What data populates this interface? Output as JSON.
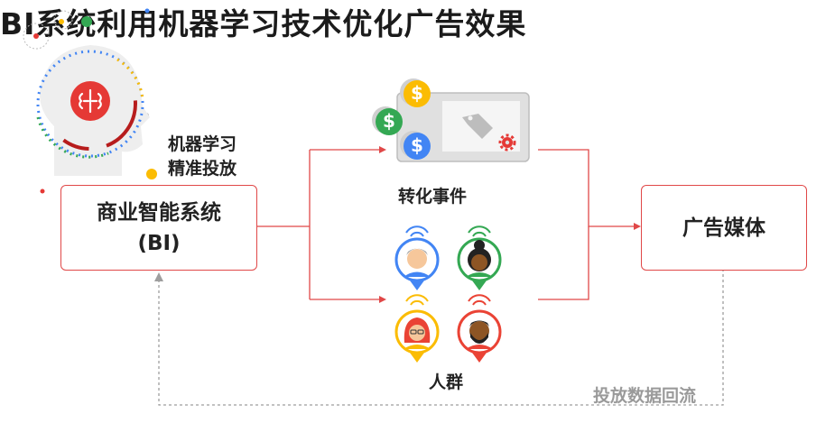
{
  "title": "BI系统利用机器学习技术优化广告效果",
  "bi_box": {
    "line1": "商业智能系统",
    "line2": "(BI)"
  },
  "ml_label": {
    "line1": "机器学习",
    "line2": "精准投放"
  },
  "conversion_label": "转化事件",
  "crowd_label": "人群",
  "media_box": "广告媒体",
  "feedback_label": "投放数据回流",
  "coin_symbol": "$",
  "colors": {
    "accent_red": "#e04848",
    "brain_red": "#e53935",
    "google_blue": "#4285f4",
    "google_green": "#34a853",
    "google_yellow": "#fbbc04",
    "google_red": "#ea4335",
    "dotted_gray": "#9e9e9e"
  },
  "icons": [
    "brain-head-icon",
    "conversion-screen-icon",
    "tag-icon",
    "gear-icon",
    "dollar-coin-icon",
    "person-pin-icon"
  ]
}
